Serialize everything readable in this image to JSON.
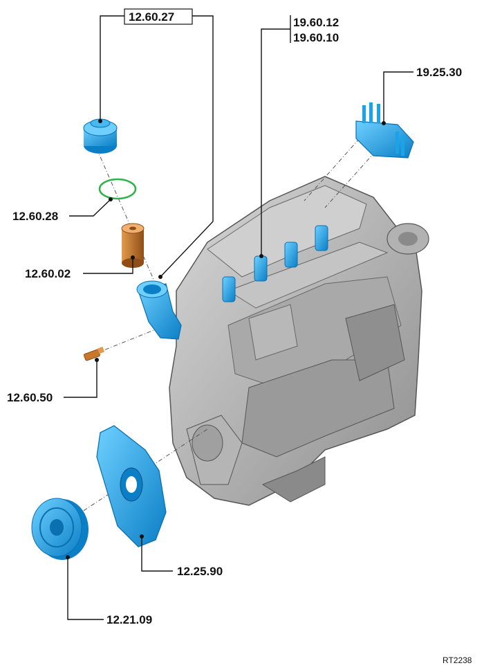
{
  "colors": {
    "highlight_blue": "#1aa3e8",
    "highlight_blue_dark": "#0b6fb0",
    "filter_orange": "#c8782a",
    "seal_green": "#2fb24a",
    "engine_grey": "#bdbdbd",
    "engine_dark": "#7a7a7a"
  },
  "labels": {
    "oil_filter_housing_ref": "12.60.27",
    "injector_ref_1": "19.60.12",
    "injector_ref_2": "19.60.10",
    "glow_plug_module_ref": "19.25.30",
    "seal_ring_ref": "12.60.28",
    "oil_filter_element_ref": "12.60.02",
    "sensor_ref": "12.60.50",
    "timing_cover_ref": "12.25.90",
    "crankshaft_pulley_ref": "12.21.09"
  },
  "figure_ref": "RT2238"
}
